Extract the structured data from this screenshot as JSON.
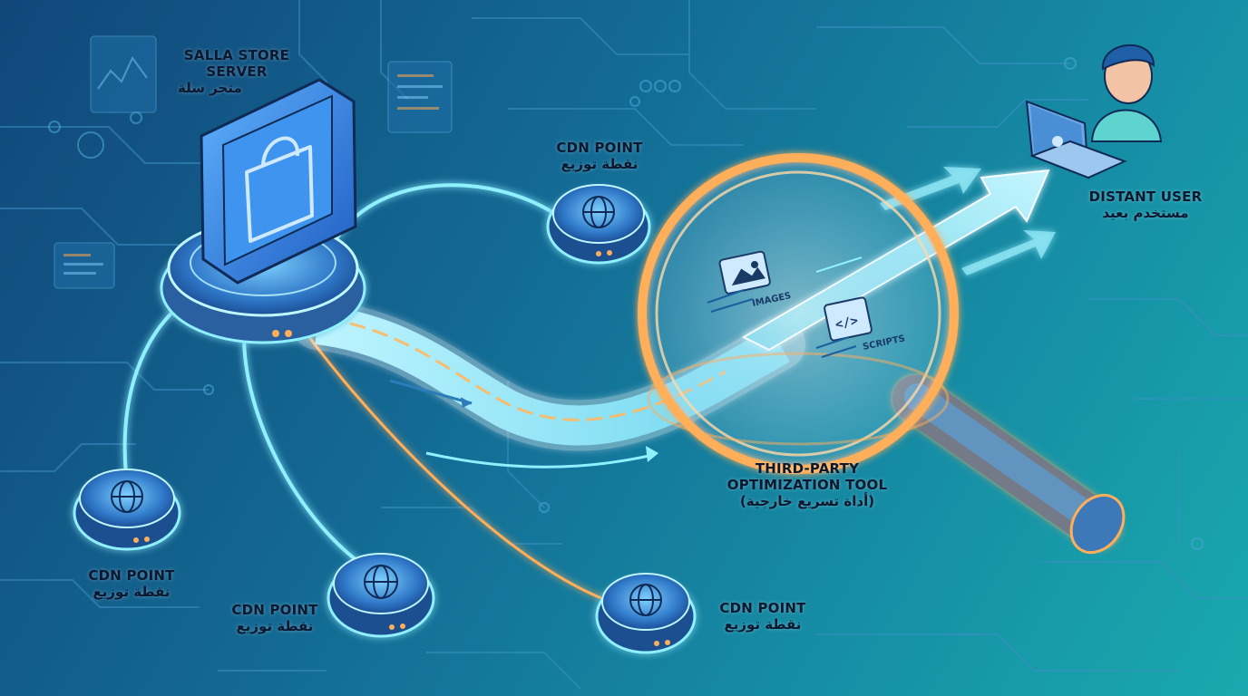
{
  "nodes": {
    "server": {
      "en": "SALLA STORE\nSERVER",
      "ar": "متجر سلة"
    },
    "cdn_top": {
      "en": "CDN POINT",
      "ar": "نقطة توزيع"
    },
    "cdn_left": {
      "en": "CDN POINT",
      "ar": "نقطة توزيع"
    },
    "cdn_bottom_mid": {
      "en": "CDN POINT",
      "ar": "نقطة توزيع"
    },
    "cdn_bottom_right": {
      "en": "CDN POINT",
      "ar": "نقطة توزيع"
    },
    "tool": {
      "en": "THIRD-PARTY\nOPTIMIZATION TOOL",
      "ar": "(أداة تسريع خارجية)"
    },
    "user": {
      "en": "DISTANT USER",
      "ar": "مستخدم بعيد"
    }
  },
  "assets": {
    "images": "IMAGES",
    "scripts": "SCRIPTS"
  },
  "colors": {
    "bg_dark": "#11477a",
    "bg_light": "#19a9ad",
    "glow_cyan": "#7fe9ff",
    "node_blue": "#2f78c8",
    "accent_orange": "#ffae5a",
    "arrow_cyan": "#8ee6f4"
  },
  "icons": [
    "shopping-bag-icon",
    "globe-icon",
    "image-icon",
    "code-file-icon",
    "user-avatar-icon",
    "laptop-icon",
    "magnifier-icon"
  ]
}
